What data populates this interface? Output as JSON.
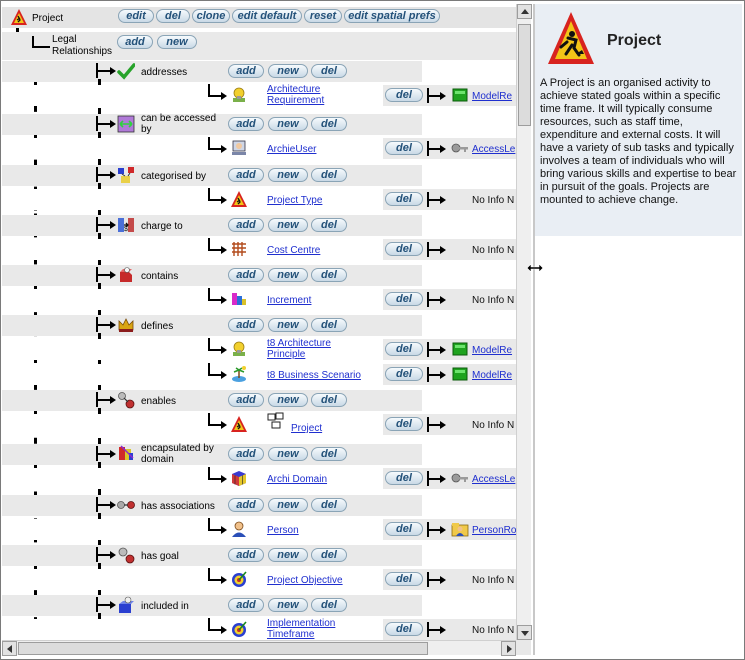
{
  "root": {
    "label": "Project"
  },
  "root_buttons": [
    "edit",
    "del",
    "clone",
    "edit default",
    "reset",
    "edit spatial prefs"
  ],
  "group": {
    "label_line1": "Legal",
    "label_line2": "Relationships",
    "buttons": [
      "add",
      "new"
    ]
  },
  "relation_buttons": [
    "add",
    "new",
    "del"
  ],
  "target_button": "del",
  "no_info": "No Info N",
  "relations": [
    {
      "label": "addresses",
      "icon": "check-icon",
      "targets": [
        {
          "label": "Architecture Requirement",
          "icon": "lamp-icon",
          "right": {
            "type": "link",
            "label": "ModelRe",
            "icon": "green-box-icon"
          }
        }
      ]
    },
    {
      "label": "can be accessed by",
      "icon": "access-icon",
      "targets": [
        {
          "label": "ArchieUser",
          "icon": "user-pc-icon",
          "right": {
            "type": "link",
            "label": "AccessLe",
            "icon": "key-icon"
          }
        }
      ]
    },
    {
      "label": "categorised by",
      "icon": "category-icon",
      "targets": [
        {
          "label": "Project Type",
          "icon": "roadwork-icon",
          "right": {
            "type": "noinfo"
          }
        }
      ]
    },
    {
      "label": "charge to",
      "icon": "charge-icon",
      "targets": [
        {
          "label": "Cost Centre",
          "icon": "grid-icon",
          "right": {
            "type": "noinfo"
          }
        }
      ]
    },
    {
      "label": "contains",
      "icon": "contains-icon",
      "targets": [
        {
          "label": "Increment",
          "icon": "increment-icon",
          "right": {
            "type": "noinfo"
          }
        }
      ]
    },
    {
      "label": "defines",
      "icon": "crown-icon",
      "targets": [
        {
          "label": "t8 Architecture Principle",
          "icon": "lamp-icon",
          "right": {
            "type": "link",
            "label": "ModelRe",
            "icon": "green-box-icon"
          }
        },
        {
          "label": "t8 Business Scenario",
          "icon": "island-icon",
          "right": {
            "type": "link",
            "label": "ModelRe",
            "icon": "green-box-icon"
          }
        }
      ]
    },
    {
      "label": "enables",
      "icon": "enables-icon",
      "targets": [
        {
          "label": "Project",
          "icon": "roadwork-icon",
          "extra_icon": "boxes-icon",
          "right": {
            "type": "noinfo"
          }
        }
      ]
    },
    {
      "label": "encapsulated by domain",
      "icon": "domain-icon",
      "targets": [
        {
          "label": "Archi Domain",
          "icon": "cube-icon",
          "right": {
            "type": "link",
            "label": "AccessLe",
            "icon": "key-icon"
          }
        }
      ]
    },
    {
      "label": "has associations",
      "icon": "assoc-icon",
      "targets": [
        {
          "label": "Person",
          "icon": "person-icon",
          "right": {
            "type": "link",
            "label": "PersonRo",
            "icon": "folder-person-icon"
          }
        }
      ]
    },
    {
      "label": "has goal",
      "icon": "goal-icon",
      "targets": [
        {
          "label": "Project Objective",
          "icon": "target-icon",
          "right": {
            "type": "noinfo"
          }
        }
      ]
    },
    {
      "label": "included in",
      "icon": "included-icon",
      "targets": [
        {
          "label": "Implementation Timeframe",
          "icon": "target-icon",
          "right": {
            "type": "noinfo"
          }
        }
      ]
    }
  ],
  "info": {
    "title": "Project",
    "icon": "roadwork-sign-icon",
    "description": "A Project is an organised activity to achieve stated goals within a specific time frame. It will typically consume resources, such as staff time, expenditure and external costs. It will have a variety of sub tasks and typically involves a team of individuals who will bring various skills and expertise to bear in pursuit of the goals. Projects are mounted to achieve change."
  },
  "colors": {
    "link": "#1f2fcf",
    "band": "#e9e9e9",
    "info_bg": "#e9eef4",
    "button_text": "#24527a"
  }
}
